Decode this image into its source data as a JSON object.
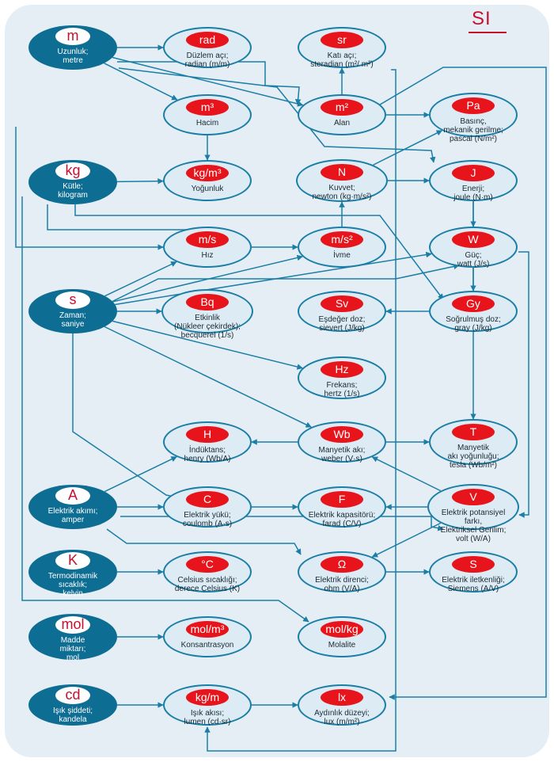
{
  "title": "SI",
  "colors": {
    "wire": "#1a7ea6",
    "symbol_red": "#e8141c",
    "base_fill": "#0e6d93",
    "derived_fill": "#dcebf4"
  },
  "nodes": {
    "m": {
      "symbol": "m",
      "label": "Uzunluk;\nmetre"
    },
    "kg": {
      "symbol": "kg",
      "label": "Kütle;\nkilogram"
    },
    "s": {
      "symbol": "s",
      "label": "Zaman;\nsaniye"
    },
    "A": {
      "symbol": "A",
      "label": "Elektrik akımı;\namper"
    },
    "K": {
      "symbol": "K",
      "label": "Termodinamik\nsıcaklık;\nkelvin"
    },
    "mol": {
      "symbol": "mol",
      "label": "Madde\nmiktarı;\nmol"
    },
    "cd": {
      "symbol": "cd",
      "label": "Işık şiddeti;\nkandela"
    },
    "rad": {
      "symbol": "rad",
      "label": "Düzlem açı;\nradian (m/m)"
    },
    "sr": {
      "symbol": "sr",
      "label": "Katı açı;\nsteradian (m²/ m²)"
    },
    "m3": {
      "symbol": "m³",
      "label": "Hacim"
    },
    "m2": {
      "symbol": "m²",
      "label": "Alan"
    },
    "Pa": {
      "symbol": "Pa",
      "label": "Basınç,\nmekanik gerilme;\npascal (N/m²)"
    },
    "kgm3": {
      "symbol": "kg/m³",
      "label": "Yoğunluk"
    },
    "N": {
      "symbol": "N",
      "label": "Kuvvet;\nnewton (kg·m/s²)"
    },
    "J": {
      "symbol": "J",
      "label": "Enerji;\njoule (N·m)"
    },
    "ms": {
      "symbol": "m/s",
      "label": "Hız"
    },
    "ms2": {
      "symbol": "m/s²",
      "label": "İvme"
    },
    "W": {
      "symbol": "W",
      "label": "Güç;\nwatt (J/s)"
    },
    "Bq": {
      "symbol": "Bq",
      "label": "Etkinlik\n(Nükleer çekirdek);\nbecquerel (1/s)"
    },
    "Sv": {
      "symbol": "Sv",
      "label": "Eşdeğer doz;\nsievert (J/kg)"
    },
    "Gy": {
      "symbol": "Gy",
      "label": "Soğrulmuş doz;\ngray (J/kg)"
    },
    "Hz": {
      "symbol": "Hz",
      "label": "Frekans;\nhertz (1/s)"
    },
    "H": {
      "symbol": "H",
      "label": "İndüktans;\nhenry (Wb/A)"
    },
    "Wb": {
      "symbol": "Wb",
      "label": "Manyetik akı;\nweber (V·s)"
    },
    "T": {
      "symbol": "T",
      "label": "Manyetik\nakı yoğunluğu;\ntesla (Wb/m²)"
    },
    "C": {
      "symbol": "C",
      "label": "Elektrik yükü;\ncoulomb (A·s)"
    },
    "F": {
      "symbol": "F",
      "label": "Elektrik kapasitörü;\nfarad (C/V)"
    },
    "V": {
      "symbol": "V",
      "label": "Elektrik potansiyel farkı,\nElektriksel Gerilim;\nvolt (W/A)"
    },
    "degC": {
      "symbol": "°C",
      "label": "Celsius sıcaklığı;\nderece Celsius (K)"
    },
    "ohm": {
      "symbol": "Ω",
      "label": "Elektrik direnci;\nohm (V/A)"
    },
    "S": {
      "symbol": "S",
      "label": "Elektrik iletkenliği;\nSiemens (A/V)"
    },
    "molm3": {
      "symbol": "mol/m³",
      "label": "Konsantrasyon"
    },
    "molkg": {
      "symbol": "mol/kg",
      "label": "Molalite"
    },
    "kgm": {
      "symbol": "kg/m",
      "label": "Işık akısı;\nlumen (cd·sr)"
    },
    "lx": {
      "symbol": "lx",
      "label": "Aydınlık düzeyi;\nlux (m/m²)"
    }
  }
}
